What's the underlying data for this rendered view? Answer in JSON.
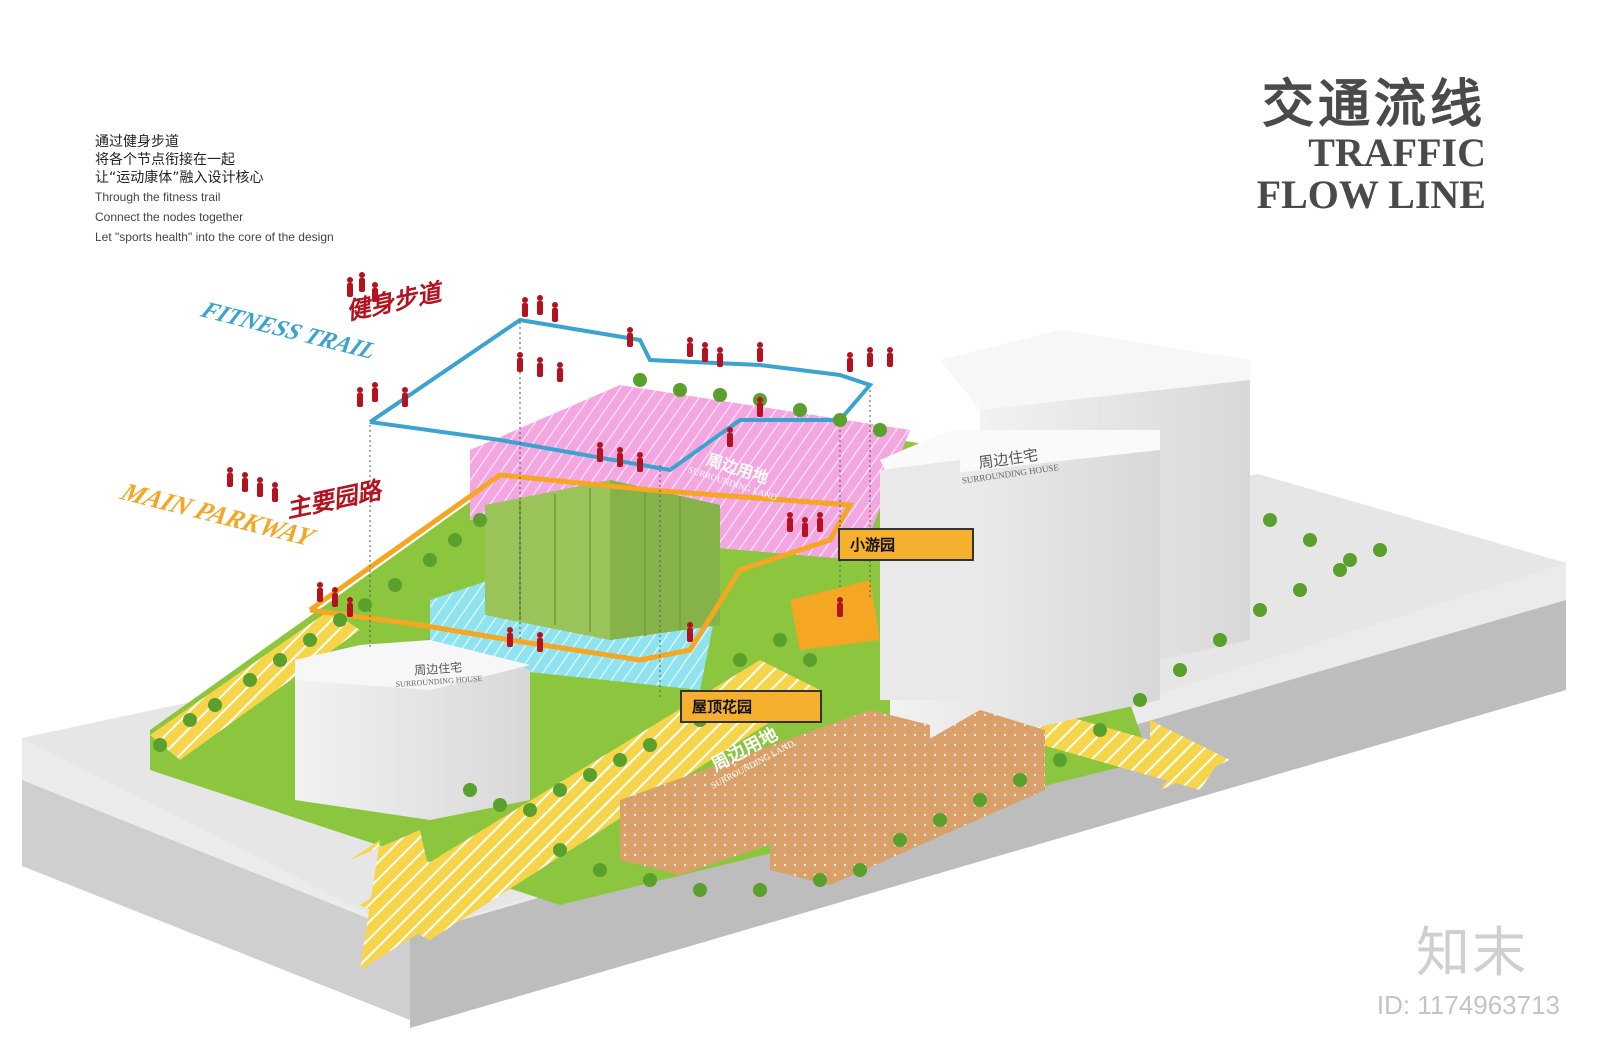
{
  "title": {
    "zh": "交通流线",
    "en_line1": "TRAFFIC",
    "en_line2": "FLOW LINE"
  },
  "intro": {
    "zh_lines": [
      "通过健身步道",
      "将各个节点衔接在一起",
      "让“运动康体”融入设计核心"
    ],
    "en_lines": [
      "Through the fitness trail",
      "Connect the nodes together",
      "Let \"sports health\" into the core of the design"
    ]
  },
  "routes": {
    "fitness": {
      "zh": "健身步道",
      "en": "FITNESS TRAIL",
      "color": "#3aa3cf"
    },
    "parkway": {
      "zh": "主要园路",
      "en": "MAIN PARKWAY",
      "color": "#f5a623"
    }
  },
  "tags": {
    "small_garden": "小游园",
    "roof_garden": "屋顶花园"
  },
  "buildings": {
    "house_zh": "周边住宅",
    "house_en": "SURROUNDING HOUSE",
    "land_zh": "周边用地",
    "land_en": "SURROUNDING LAND"
  },
  "watermark": {
    "logo": "知末",
    "id": "ID: 1174963713"
  },
  "colors": {
    "ground": "#c9c9c9",
    "grass": "#8cc63f",
    "pink": "#f3a6e0",
    "cyan": "#8fe3ef",
    "green_building": "#9ac45a",
    "brown": "#d9a06a",
    "arrow_yellow": "#f7d54a",
    "people": "#b3121e"
  }
}
